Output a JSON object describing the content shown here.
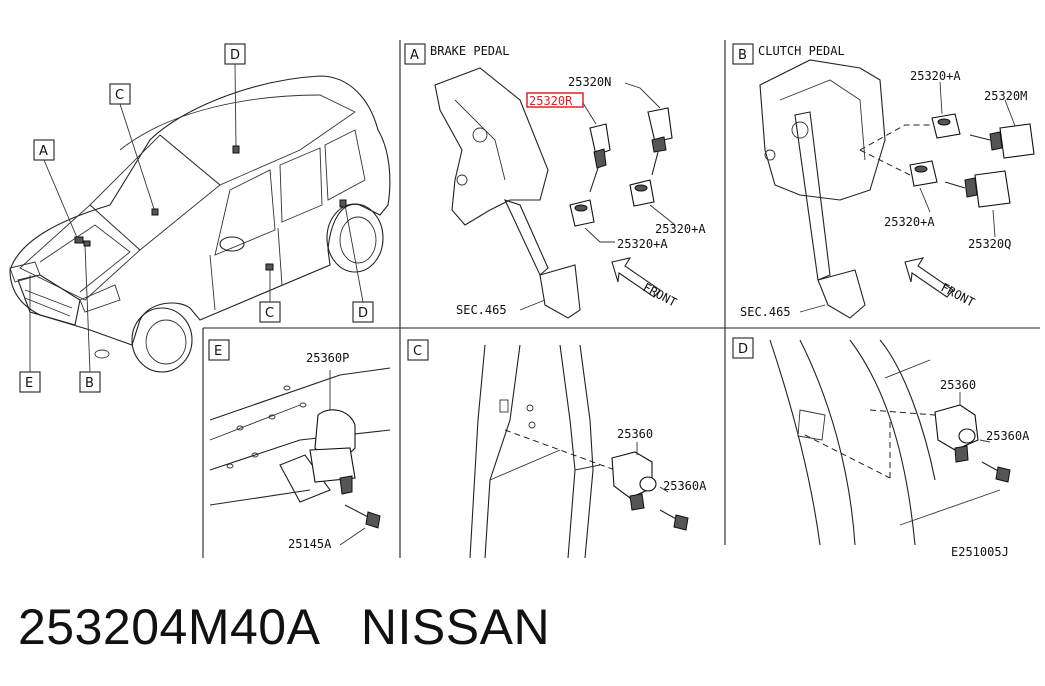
{
  "callouts": {
    "A": "A",
    "B": "B",
    "C": "C",
    "D": "D",
    "E": "E"
  },
  "panels": {
    "brake": {
      "letter": "A",
      "title": "BRAKE PEDAL",
      "parts": [
        "25320N",
        "25320R",
        "25320+A",
        "25320+A"
      ],
      "sec": "SEC.465",
      "front": "FRONT"
    },
    "clutch": {
      "letter": "B",
      "title": "CLUTCH PEDAL",
      "parts": [
        "25320+A",
        "25320M",
        "25320+A",
        "25320Q"
      ],
      "sec": "SEC.465",
      "front": "FRONT"
    },
    "e": {
      "letter": "E",
      "parts": [
        "25360P",
        "25145A"
      ]
    },
    "c": {
      "letter": "C",
      "parts": [
        "25360",
        "25360A"
      ]
    },
    "d": {
      "letter": "D",
      "parts": [
        "25360",
        "25360A"
      ]
    }
  },
  "diagram_code": "E251005J",
  "footer": {
    "part_number": "253204M40A",
    "brand": "NISSAN"
  },
  "highlight_color": "#e0202a"
}
